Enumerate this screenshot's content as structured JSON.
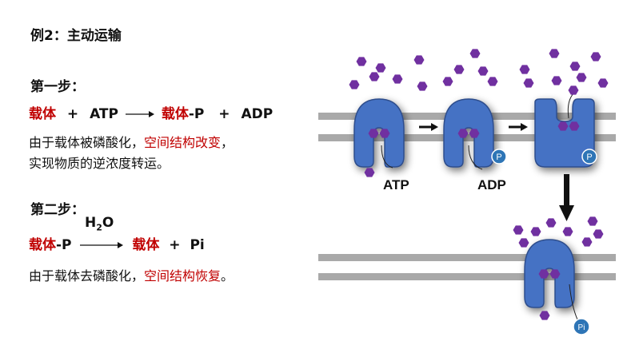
{
  "title": "例2：主动运输",
  "step1": {
    "heading": "第一步：",
    "eq": {
      "carrier": "载体",
      "plus1": "+",
      "atp": "ATP",
      "product_carrier": "载体",
      "product_p": "-P",
      "plus2": "+",
      "adp": "ADP"
    },
    "desc_line1_a": "由于载体被磷酸化，",
    "desc_line1_b": "空间结构改变",
    "desc_line1_c": "，",
    "desc_line2": "实现物质的逆浓度转运。"
  },
  "step2": {
    "heading": "第二步：",
    "eq": {
      "reactant_carrier": "载体",
      "reactant_p": "-P",
      "water_h": "H",
      "water_sub": "2",
      "water_o": "O",
      "product_carrier": "载体",
      "plus": "+",
      "pi": "Pi"
    },
    "desc_a": "由于载体去磷酸化，",
    "desc_b": "空间结构恢复",
    "desc_c": "。"
  },
  "diagram": {
    "label_atp": "ATP",
    "label_adp": "ADP",
    "phosphate_1": "P",
    "phosphate_2": "P",
    "phosphate_pi": "Pi",
    "colors": {
      "membrane": "#a9a9a9",
      "carrier": "#4472c4",
      "carrier_dark": "#2f4e8c",
      "molecule": "#7030a0",
      "phosphate": "#2e75b6",
      "text_red": "#c00000"
    }
  }
}
